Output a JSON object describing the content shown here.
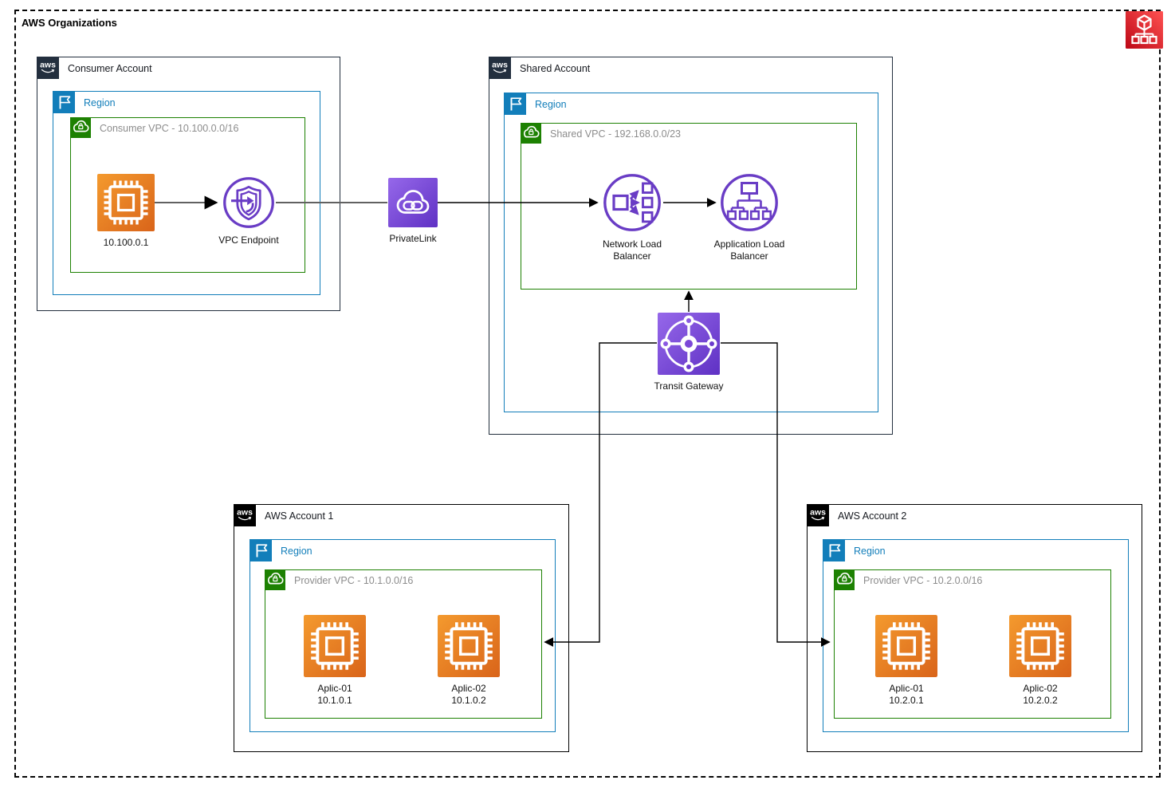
{
  "org": {
    "label": "AWS Organizations"
  },
  "aws_logo": "aws",
  "consumer": {
    "account": "Consumer Account",
    "region": "Region",
    "vpc": "Consumer VPC - 10.100.0.0/16",
    "instance_label": "10.100.0.1",
    "endpoint_label": "VPC Endpoint"
  },
  "privatelink": {
    "label": "PrivateLink"
  },
  "shared": {
    "account": "Shared Account",
    "region": "Region",
    "vpc": "Shared VPC - 192.168.0.0/23",
    "nlb_label": "Network Load Balancer",
    "alb_label": "Application Load Balancer",
    "tgw_label": "Transit Gateway"
  },
  "account1": {
    "account": "AWS Account 1",
    "region": "Region",
    "vpc": "Provider VPC - 10.1.0.0/16",
    "instances": [
      {
        "name": "Aplic-01",
        "ip": "10.1.0.1"
      },
      {
        "name": "Aplic-02",
        "ip": "10.1.0.2"
      }
    ]
  },
  "account2": {
    "account": "AWS Account 2",
    "region": "Region",
    "vpc": "Provider VPC - 10.2.0.0/16",
    "instances": [
      {
        "name": "Aplic-01",
        "ip": "10.2.0.1"
      },
      {
        "name": "Aplic-02",
        "ip": "10.2.0.2"
      }
    ]
  },
  "icons": {
    "aws-organizations-icon": "red square, cube over three linked squares",
    "aws-account-icon": "dark square with aws smile logo",
    "region-flag-icon": "blue square with white flag",
    "vpc-cloud-icon": "green square with white cloud and lock",
    "ec2-instance-icon": "orange square with white chip",
    "vpc-endpoint-icon": "purple circle, shield pierced by arrow",
    "privatelink-icon": "purple square, cloud with chain link",
    "network-load-balancer-icon": "purple circle, fan-out arrows to squares",
    "application-load-balancer-icon": "purple circle, tree of squares",
    "transit-gateway-icon": "purple square, hub circle with four ports"
  },
  "colors": {
    "account_dark": "#232F3E",
    "account_black": "#000000",
    "region_blue": "#127EBA",
    "vpc_green": "#1D8102",
    "vpc_label_gray": "#8C8C8C",
    "icon_purple": "#693CC5",
    "purple_gradient": [
      "#9668EA",
      "#5F31C4"
    ],
    "orange_gradient": [
      "#F49A2E",
      "#D9641A"
    ],
    "red_gradient": [
      "#FF5252",
      "#BD0816"
    ],
    "line_gray": "#616161",
    "line_black": "#000000"
  }
}
